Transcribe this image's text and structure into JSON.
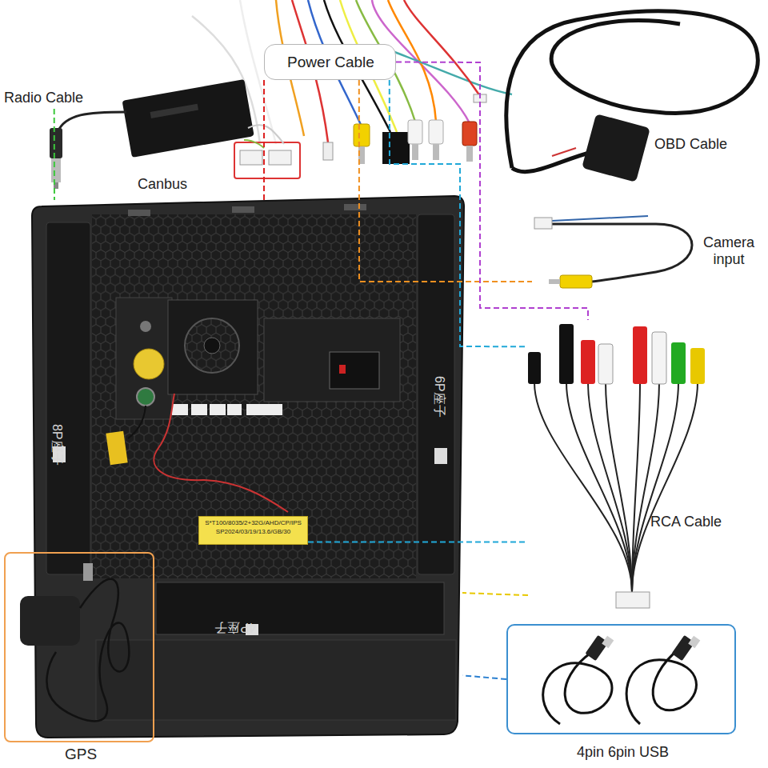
{
  "diagram": {
    "nodes": [
      {
        "text": [
          "Power Cable"
        ]
      },
      {
        "text": [
          "Radio Cable"
        ]
      },
      {
        "text": [
          "Canbus"
        ]
      },
      {
        "text": [
          "OBD Cable"
        ]
      },
      {
        "text": [
          "Camera input"
        ]
      },
      {
        "text": [
          "RCA Cable"
        ]
      },
      {
        "text": [
          "GPS"
        ]
      },
      {
        "text": [
          "4pin 6pin USB"
        ]
      },
      {
        "text": [
          "8P座子",
          "6P座子",
          "4P座子"
        ]
      },
      {
        "text": [
          "S*T100/8035/2+32G/AHD/CP/IPS SP2024/03/19/13.6/GB/30"
        ],
        "in": 8
      }
    ],
    "edges": [
      {
        "from": 1,
        "to": 8,
        "arrow": "none"
      },
      {
        "from": 0,
        "to": 8,
        "arrow": "none"
      },
      {
        "from": 0,
        "to": 4,
        "arrow": "none"
      },
      {
        "from": 0,
        "to": 5,
        "arrow": "none"
      },
      {
        "from": 0,
        "to": 5,
        "arrow": "none"
      },
      {
        "from": 5,
        "to": 8,
        "arrow": "none"
      },
      {
        "from": 7,
        "to": 8,
        "arrow": "none"
      },
      {
        "from": 9,
        "to": 5,
        "arrow": "none"
      }
    ]
  }
}
